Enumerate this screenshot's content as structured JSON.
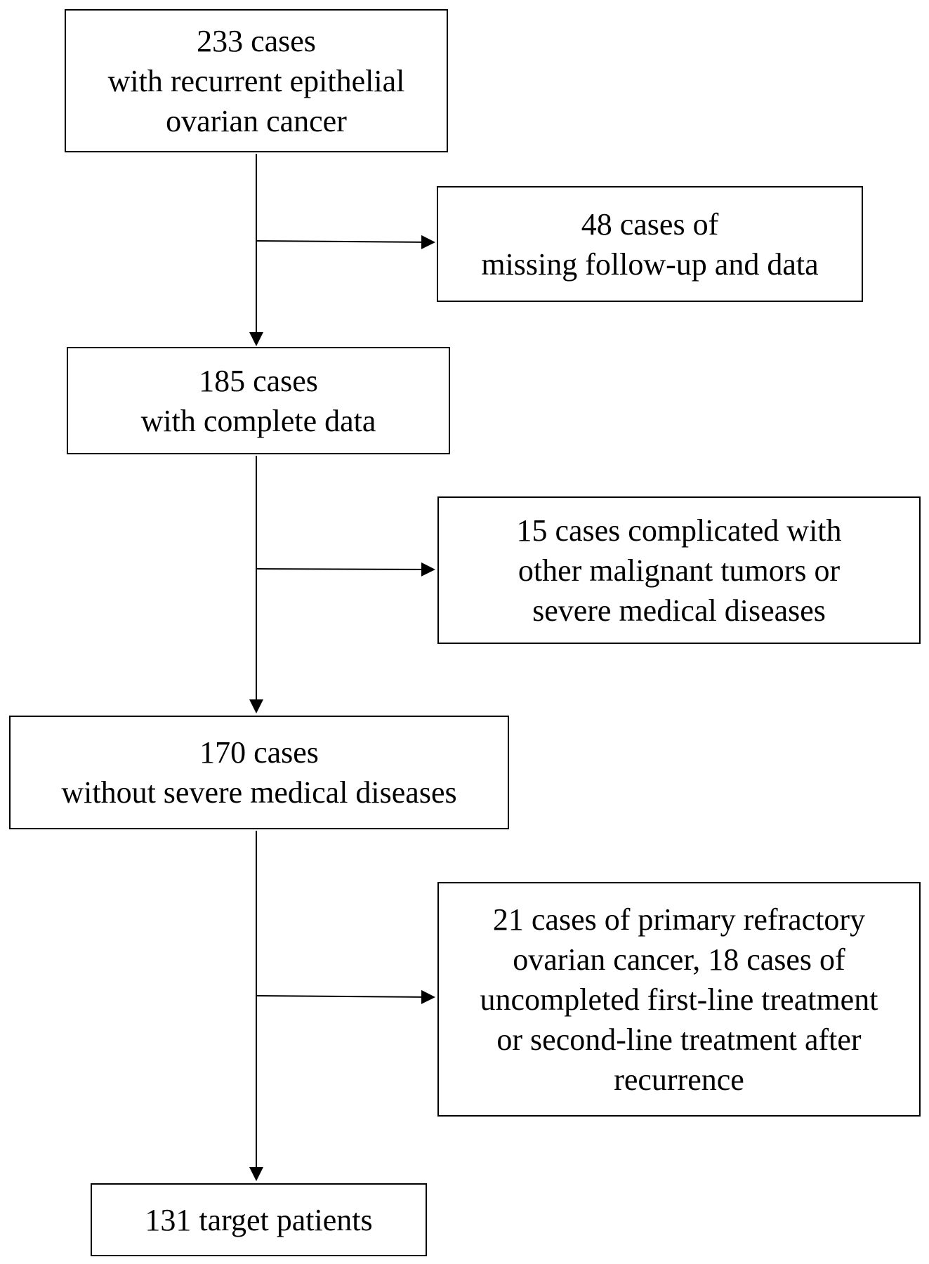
{
  "flowchart": {
    "start": {
      "lines": [
        "233 cases",
        "with recurrent epithelial",
        "ovarian cancer"
      ]
    },
    "exclusion_1": {
      "lines": [
        "48 cases of",
        "missing follow-up and data"
      ]
    },
    "step_2": {
      "lines": [
        "185 cases",
        "with complete data"
      ]
    },
    "exclusion_2": {
      "lines": [
        "15 cases complicated with",
        "other malignant tumors or",
        "severe medical diseases"
      ]
    },
    "step_3": {
      "lines": [
        "170 cases",
        "without severe medical diseases"
      ]
    },
    "exclusion_3": {
      "lines": [
        "21 cases of primary refractory",
        "ovarian cancer, 18 cases of",
        "uncompleted first-line treatment",
        "or second-line treatment after",
        "recurrence"
      ]
    },
    "final": {
      "lines": [
        "131 target patients"
      ]
    }
  },
  "colors": {
    "stroke": "#000000",
    "background": "#ffffff"
  }
}
